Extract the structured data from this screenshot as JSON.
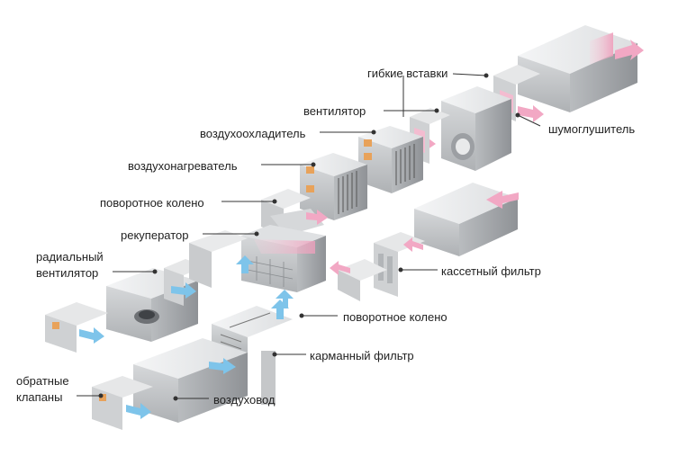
{
  "labels": {
    "flexible_inserts": "гибкие вставки",
    "fan": "вентилятор",
    "silencer": "шумоглушитель",
    "air_cooler": "воздухоохладитель",
    "air_heater": "воздухонагреватель",
    "rotary_elbow_top": "поворотное колено",
    "recuperator": "рекуператор",
    "radial_fan_line1": "радиальный",
    "radial_fan_line2": "вентилятор",
    "cassette_filter": "кассетный фильтр",
    "rotary_elbow_bottom": "поворотное колено",
    "pocket_filter": "карманный фильтр",
    "check_valves_line1": "обратные",
    "check_valves_line2": "клапаны",
    "air_duct": "воздуховод"
  },
  "colors": {
    "duct_light": "#ebeced",
    "duct_mid": "#c9cbcd",
    "duct_dark": "#a4a7aa",
    "frame": "#d8d9da",
    "supply_arrow": "#9fd4f0",
    "exhaust_arrow": "#f2b8cc",
    "coil": "#e8a25a",
    "leader": "#333333"
  }
}
